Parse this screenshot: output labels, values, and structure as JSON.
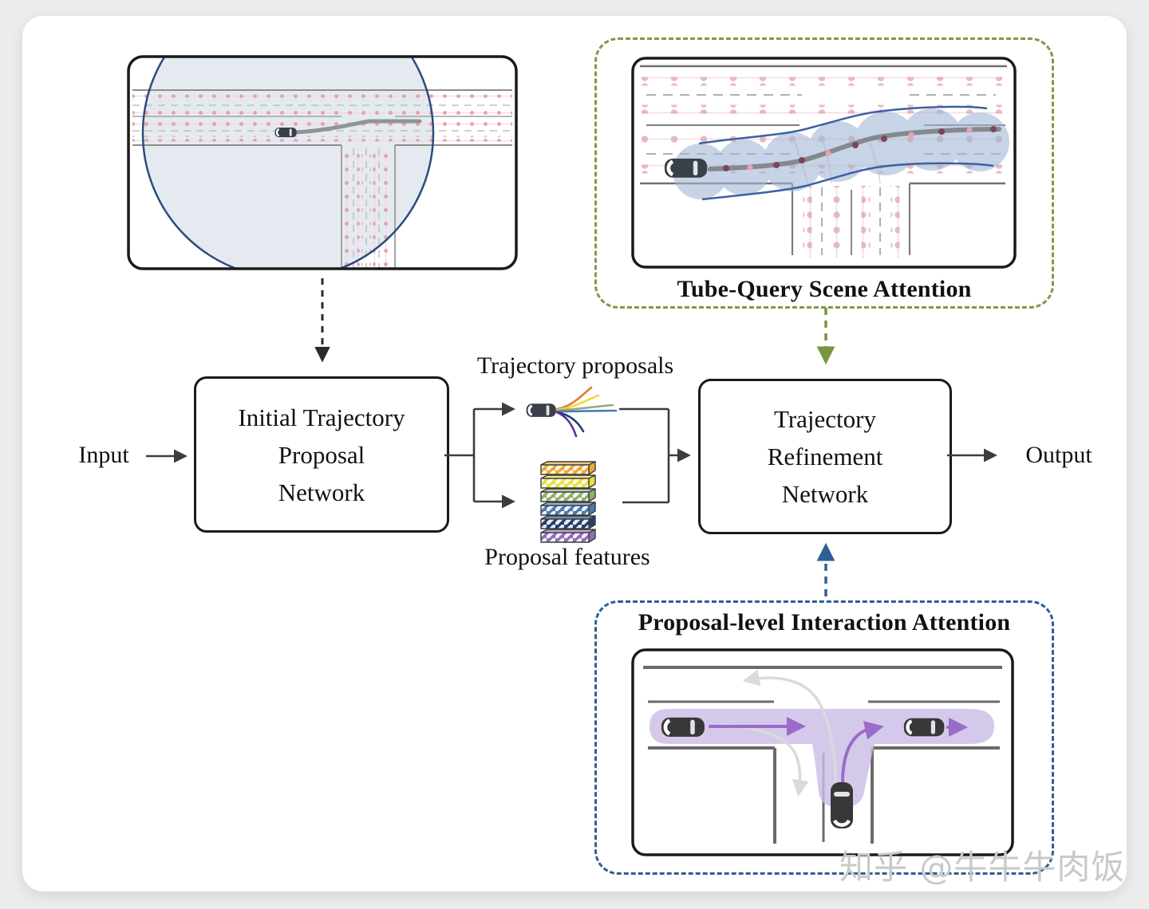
{
  "page": {
    "background_color": "#ececec",
    "card_color": "#ffffff"
  },
  "flow": {
    "input_label": "Input",
    "output_label": "Output",
    "initial_proposal_network": {
      "lines": [
        "Initial Trajectory",
        "Proposal",
        "Network"
      ]
    },
    "trajectory_refinement_network": {
      "lines": [
        "Trajectory",
        "Refinement",
        "Network"
      ]
    },
    "trajectory_proposals_label": "Trajectory proposals",
    "proposal_features_label": "Proposal features"
  },
  "panels": {
    "tube_query_scene_attention": {
      "title": "Tube-Query Scene Attention",
      "border_color": "#7f9a44",
      "arrow_color": "#76973d"
    },
    "proposal_level_interaction_attention": {
      "title": "Proposal-level Interaction Attention",
      "border_color": "#2e5f96",
      "arrow_color": "#2e5f96"
    }
  },
  "icons": {
    "trajectory_proposal_colors": [
      "#e07b39",
      "#f0d837",
      "#9aa97e",
      "#4a7cb8",
      "#1e3d70",
      "#5d2e9e"
    ],
    "proposal_feature_colors": [
      "#eea832",
      "#ece13e",
      "#93ad6d",
      "#4a7ab2",
      "#24406e",
      "#8f6fba"
    ]
  },
  "scene_colors": {
    "receptive_circle_fill": "#e5eaf1",
    "receptive_circle_stroke": "#2b4d7e",
    "attention_circle": "#a3b7d6",
    "tube_outline": "#3b61a0",
    "lane_dot": "#e2a9b0",
    "trajectory_gray": "#84898f",
    "interaction_region": "#cbbbe6",
    "interaction_arrow": "#9a6cc9",
    "alternative_arrow": "#dadada",
    "car_body": "#3a4049",
    "road_gray": "#6f6f6f"
  },
  "watermark": {
    "text": "知乎 @牛牛牛肉饭",
    "color": "#c9c9c9"
  }
}
